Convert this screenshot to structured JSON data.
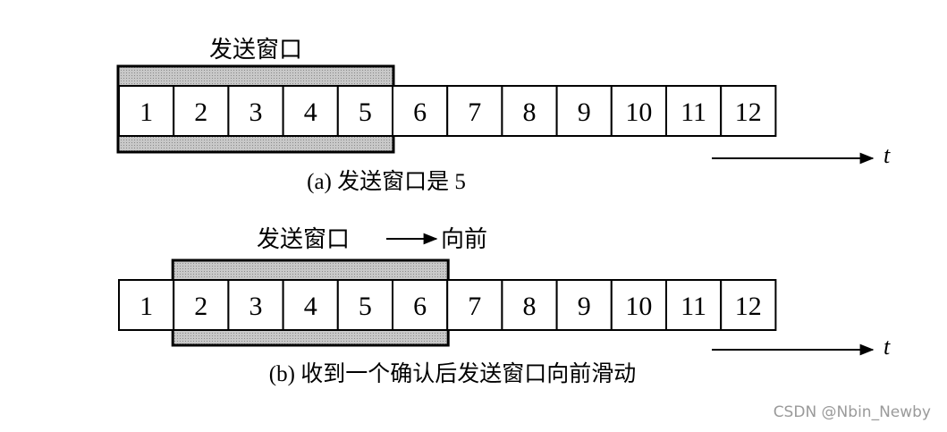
{
  "cells": [
    "1",
    "2",
    "3",
    "4",
    "5",
    "6",
    "7",
    "8",
    "9",
    "10",
    "11",
    "12"
  ],
  "panel_a": {
    "window_label": "发送窗口",
    "window_start": 1,
    "window_end": 5,
    "caption": "(a) 发送窗口是 5",
    "axis_label": "t"
  },
  "panel_b": {
    "window_label": "发送窗口",
    "arrow_label": "向前",
    "window_start": 2,
    "window_end": 6,
    "caption": "(b) 收到一个确认后发送窗口向前滑动",
    "axis_label": "t"
  },
  "watermark": "CSDN @Nbin_Newby",
  "colors": {
    "window_fill": "#bdbdbd",
    "stroke": "#000000"
  }
}
